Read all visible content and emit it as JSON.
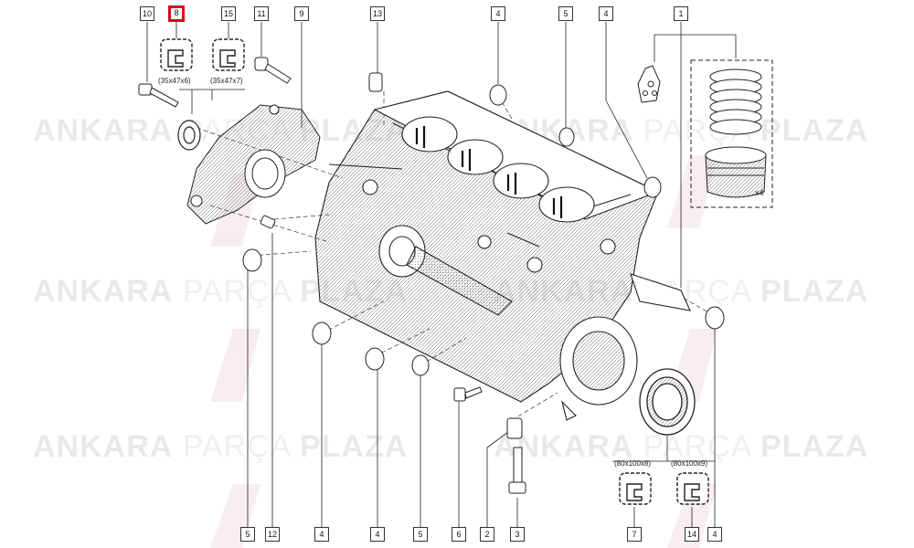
{
  "watermark": {
    "word1": "ANKARA",
    "word2": "PARÇA",
    "word3": "PLAZA",
    "logo_color": "#d9a0a6"
  },
  "callouts_top": [
    {
      "id": "10",
      "highlighted": false
    },
    {
      "id": "8",
      "highlighted": true
    },
    {
      "id": "15",
      "highlighted": false
    },
    {
      "id": "11",
      "highlighted": false
    },
    {
      "id": "9",
      "highlighted": false
    },
    {
      "id": "13",
      "highlighted": false
    },
    {
      "id": "4",
      "highlighted": false
    },
    {
      "id": "5",
      "highlighted": false
    },
    {
      "id": "4",
      "highlighted": false
    },
    {
      "id": "1",
      "highlighted": false
    }
  ],
  "callouts_bottom": [
    {
      "id": "5"
    },
    {
      "id": "12"
    },
    {
      "id": "4"
    },
    {
      "id": "4"
    },
    {
      "id": "5"
    },
    {
      "id": "6"
    },
    {
      "id": "2"
    },
    {
      "id": "3"
    },
    {
      "id": "7"
    },
    {
      "id": "14"
    },
    {
      "id": "4"
    }
  ],
  "seal_labels": {
    "seal_8": "(35x47x6)",
    "seal_15": "(35x47x7)",
    "seal_7": "(80x100x8)",
    "seal_14": "(80x100x9)"
  },
  "piston_qty": "x4",
  "highlight_color": "#e0001b"
}
